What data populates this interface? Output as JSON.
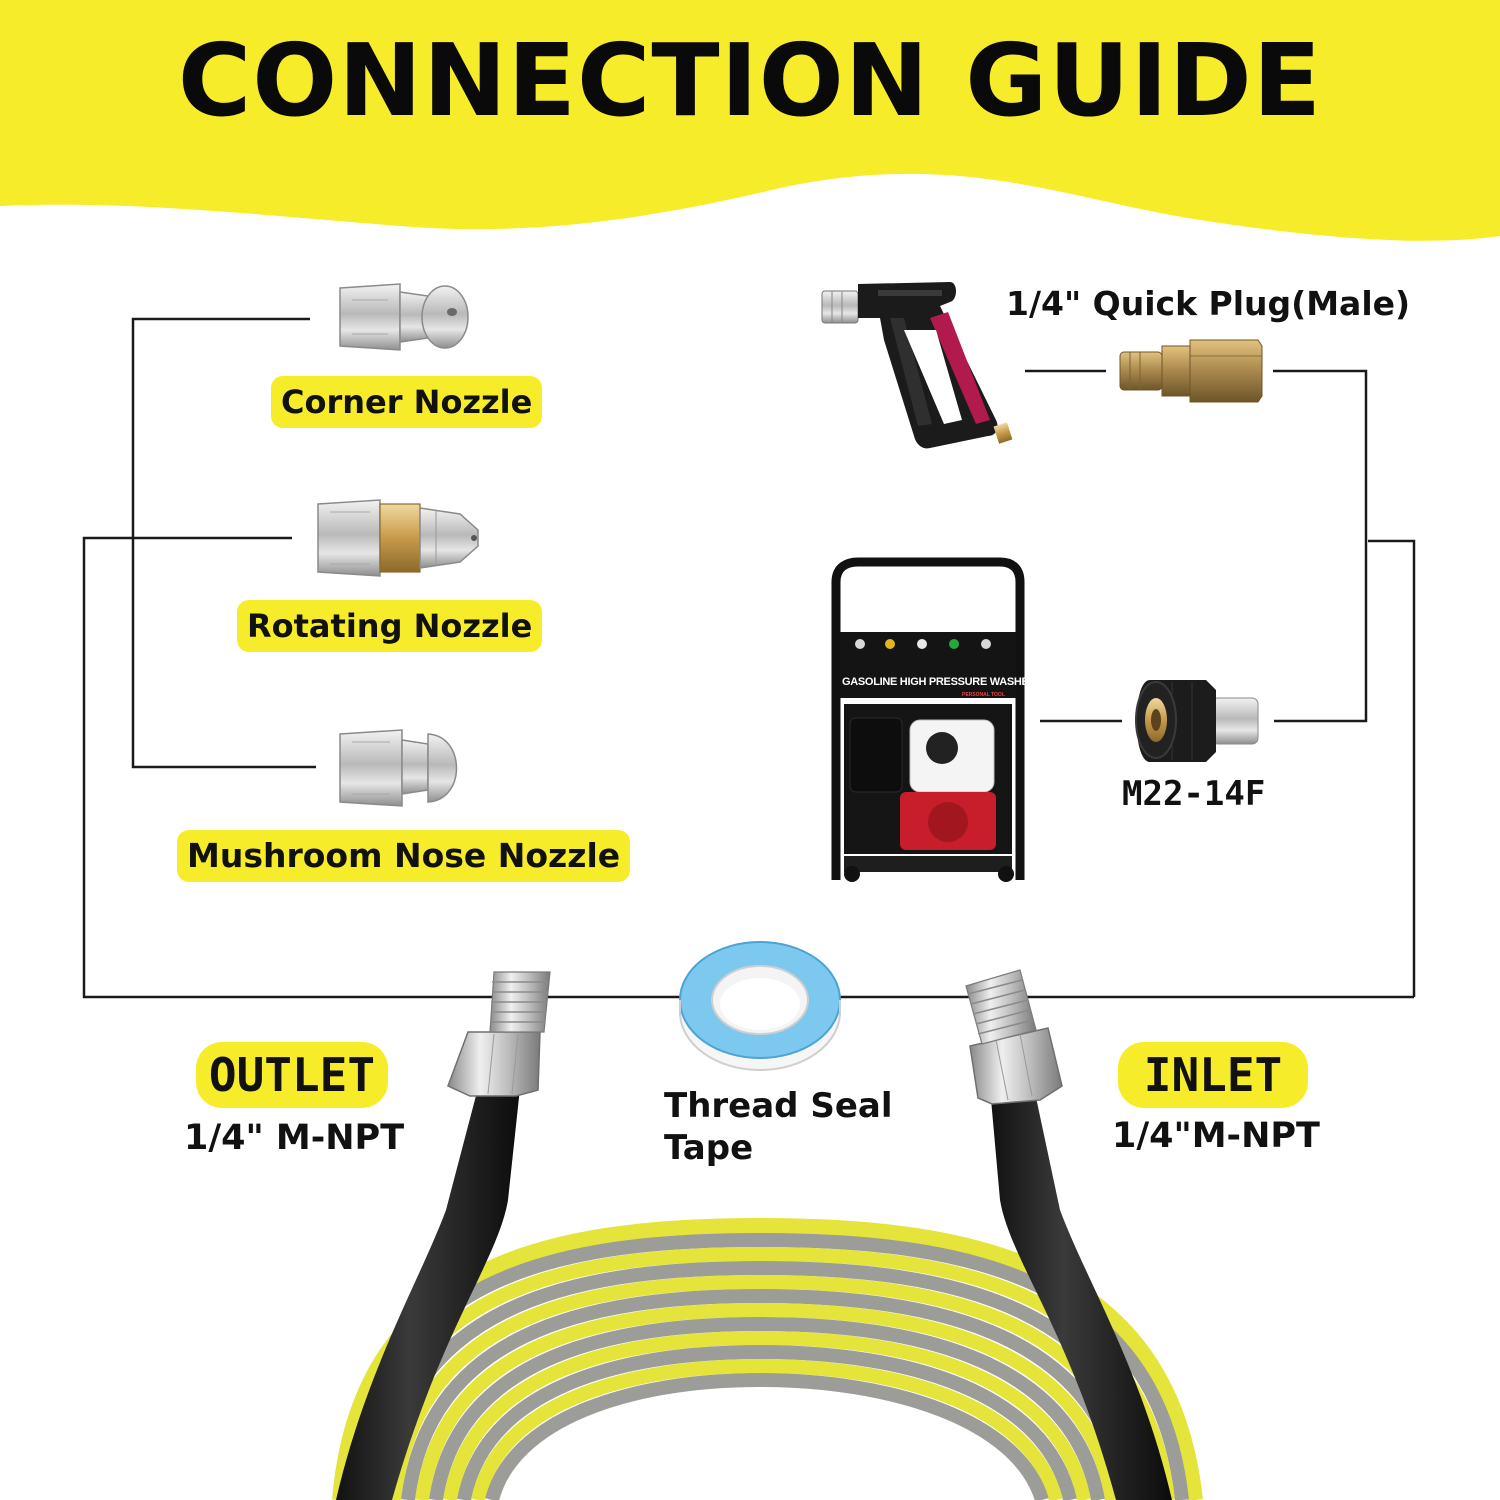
{
  "title": "CONNECTION GUIDE",
  "colors": {
    "banner": "#f7ec2a",
    "label_bg": "#f7ec2a",
    "line": "#1a1a1a",
    "hose_yellow": "#e4e43a",
    "hose_gray": "#9c9c98"
  },
  "left_parts": {
    "corner_nozzle": "Corner Nozzle",
    "rotating_nozzle": "Rotating Nozzle",
    "mushroom_nozzle": "Mushroom Nose Nozzle"
  },
  "right_parts": {
    "quick_plug": "1/4\" Quick Plug(Male)",
    "m22": "M22-14F",
    "washer_title": "GASOLINE HIGH PRESSURE WASHER",
    "washer_sub": "PERSONAL TOOL"
  },
  "outlet": {
    "tag": "OUTLET",
    "spec": "1/4\" M-NPT"
  },
  "inlet": {
    "tag": "INLET",
    "spec": "1/4\"M-NPT"
  },
  "tape": {
    "line1": "Thread Seal",
    "line2": "Tape"
  },
  "icons": [
    "corner-nozzle-icon",
    "rotating-nozzle-icon",
    "mushroom-nozzle-icon",
    "spray-gun-icon",
    "quick-plug-icon",
    "pressure-washer-icon",
    "m22-coupler-icon",
    "thread-seal-tape-icon",
    "hose-icon"
  ]
}
